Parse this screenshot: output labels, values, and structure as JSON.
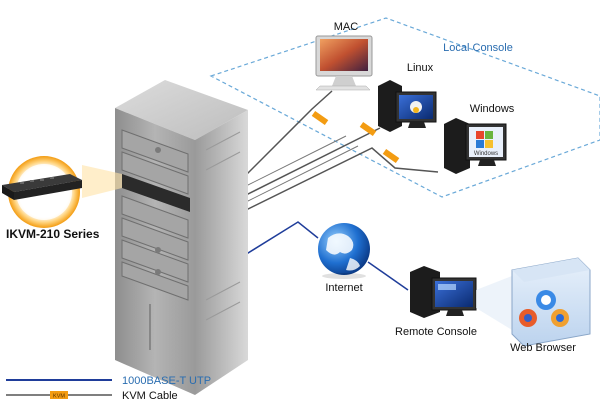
{
  "labels": {
    "mac": "MAC",
    "linux": "Linux",
    "windows": "Windows",
    "local_console": "Local Console",
    "product": "IKVM-210 Series",
    "internet": "Internet",
    "remote_console": "Remote Console",
    "web_browser": "Web Browser"
  },
  "legend": {
    "utp": "1000BASE-T UTP",
    "kvm": "KVM Cable",
    "kvm_tag": "KVM"
  },
  "colors": {
    "utp_line": "#1f3d9a",
    "kvm_line": "#555555",
    "kvm_tag": "#f39c12",
    "local_console_border": "#6aa9d8",
    "local_console_text": "#2a6db0",
    "legend_utp_text": "#2a6db0"
  },
  "icons": {
    "rack": "server-rack-icon",
    "kvm_device": "kvm-switch-icon",
    "mac": "imac-icon",
    "linux": "linux-pc-icon",
    "windows": "windows-pc-icon",
    "internet": "globe-icon",
    "remote": "remote-pc-icon",
    "browser": "web-browser-icon"
  }
}
